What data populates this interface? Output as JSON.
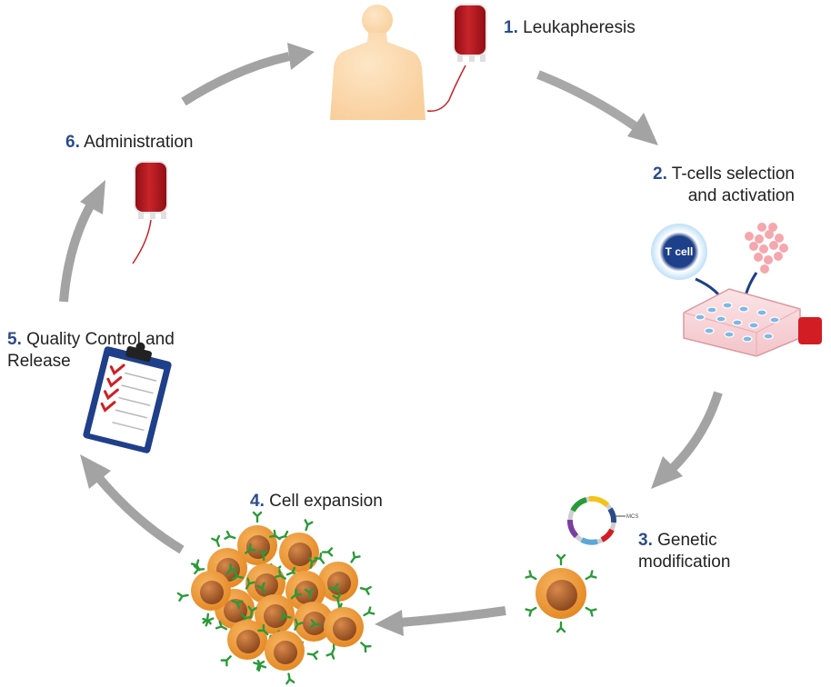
{
  "colors": {
    "arrow": "#a3a3a3",
    "step_number": "#2b4c8c",
    "blood": "#b2131b",
    "skin": "#fcd9b0",
    "cell_body": "#f19e3a",
    "cell_nucleus": "#b8652c",
    "receptor": "#2a9a3a"
  },
  "steps": [
    {
      "number": "1.",
      "label": "Leukapheresis"
    },
    {
      "number": "2.",
      "label_line1": "T-cells selection",
      "label_line2": "and activation"
    },
    {
      "number": "3.",
      "label_line1": "Genetic",
      "label_line2": "modification"
    },
    {
      "number": "4.",
      "label": "Cell expansion"
    },
    {
      "number": "5.",
      "label_line1": "Quality Control and",
      "label_line2": "Release"
    },
    {
      "number": "6.",
      "label": "Administration"
    }
  ],
  "tcell_badge": "T cell",
  "plasmid_tag": "MCS",
  "icons": [
    "person-silhouette-icon",
    "blood-bag-icon",
    "t-cell-icon",
    "activation-beads-icon",
    "culture-flask-icon",
    "plasmid-icon",
    "car-t-cell-icon",
    "cell-cluster-icon",
    "clipboard-checklist-icon",
    "blood-bag-icon"
  ]
}
